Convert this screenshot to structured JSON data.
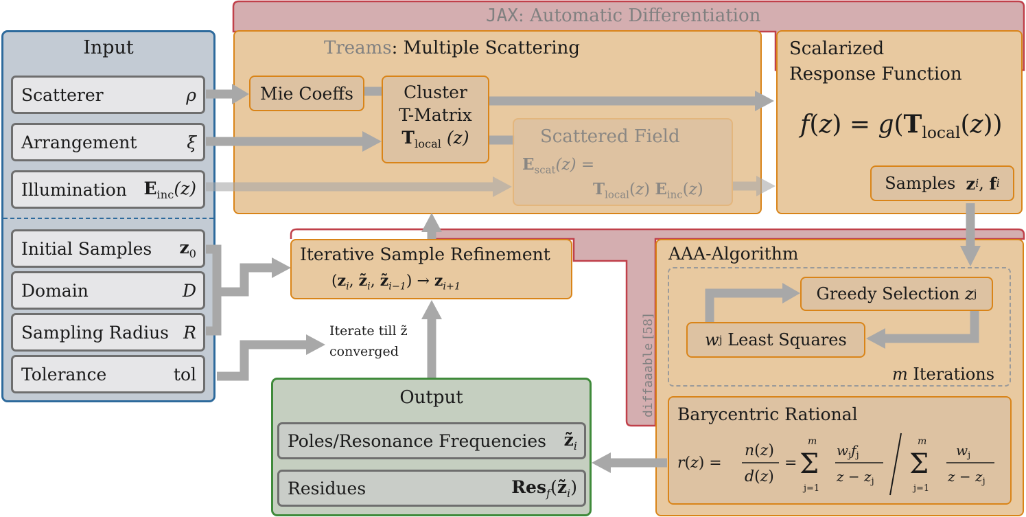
{
  "colors": {
    "input_fill": "#c3cbd4",
    "input_border": "#2d6a9c",
    "orange_fill": "#e8c9a0",
    "orange_border": "#d98418",
    "jax_fill": "#d4aeb0",
    "jax_border": "#c0404a",
    "output_fill": "#c5cfc0",
    "output_border": "#3f8a3a",
    "arrow": "#a8a8a8"
  },
  "input": {
    "title": "Input",
    "items": [
      {
        "label": "Scatterer",
        "symbol": "ρ"
      },
      {
        "label": "Arrangement",
        "symbol": "ξ"
      },
      {
        "label": "Illumination",
        "symbol_bold": "E",
        "symbol_sub": "inc",
        "symbol_rest": "(z)"
      },
      {
        "label": "Initial Samples",
        "symbol_bold": "z",
        "symbol_sub": "0"
      },
      {
        "label": "Domain",
        "symbol": "D"
      },
      {
        "label": "Sampling Radius",
        "symbol": "R"
      },
      {
        "label": "Tolerance",
        "symbol_plain": "tol"
      }
    ]
  },
  "jax": {
    "name": "JAX",
    "rest": ": Automatic Differentiation"
  },
  "treams": {
    "name": "Treams",
    "rest": ": Multiple Scattering",
    "mie": "Mie Coeffs",
    "cluster_line1": "Cluster",
    "cluster_line2": "T-Matrix",
    "cluster_sym": "T",
    "cluster_sub": "local",
    "cluster_arg": "(z)",
    "scattered_title": "Scattered Field",
    "scattered_eq1_bold": "E",
    "scattered_eq1_sub": "scat",
    "scattered_eq1_rest": "(z) =",
    "scattered_eq2": "T_local(z) E_inc(z)"
  },
  "response": {
    "title_line1": "Scalarized",
    "title_line2": "Response Function",
    "formula": "f(z) = g(T_local(z))",
    "samples_label": "Samples",
    "samples_sym": "z_i, f_i"
  },
  "refinement": {
    "title": "Iterative Sample Refinement",
    "formula": "(z_i, z̃_i, z̃_{i−1}) → z_{i+1}"
  },
  "iterate": {
    "line1": "Iterate till z̃",
    "line2": "converged"
  },
  "diffaaable": {
    "name": "diffaaable",
    "ref": " [58]"
  },
  "aaa": {
    "title": "AAA-Algorithm",
    "greedy": "Greedy Selection",
    "greedy_sym": "z_j",
    "ls_sym": "w_j",
    "ls": "Least Squares",
    "iter_sym": "m",
    "iter_label": "Iterations"
  },
  "barycentric": {
    "title": "Barycentric Rational",
    "formula": "r(z) = n(z)/d(z) = Σ_{j=1}^{m} w_j f_j/(z − z_j) / Σ_{j=1}^{m} w_j/(z − z_j)"
  },
  "output": {
    "title": "Output",
    "items": [
      {
        "label": "Poles/Resonance Frequencies",
        "symbol": "z̃_i"
      },
      {
        "label": "Residues",
        "symbol": "Res_f(z̃_i)"
      }
    ]
  }
}
